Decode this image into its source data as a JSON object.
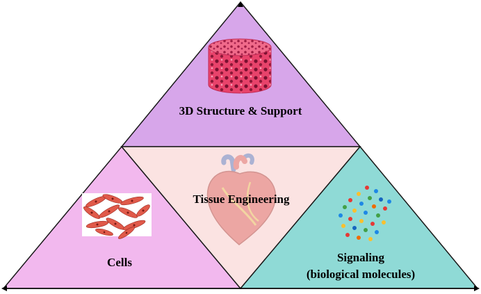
{
  "labels": {
    "top": "3D Structure & Support",
    "center": "Tissue Engineering",
    "left": "Cells",
    "right_line1": "Signaling",
    "right_line2": "(biological molecules)"
  },
  "colors": {
    "top_fill": "#d7a6ea",
    "left_fill": "#f2b8ee",
    "center_fill": "#fbe3e2",
    "right_fill": "#8fdad6",
    "outline": "#1a1a1a",
    "scaffold": "#e8436b",
    "cell": "#e05a4a",
    "heart": "#d9534f"
  },
  "icons": {
    "top": "porous-scaffold-cylinder-icon",
    "left": "cell-culture-icon",
    "center": "heart-icon",
    "right": "biomolecule-dots-icon"
  }
}
